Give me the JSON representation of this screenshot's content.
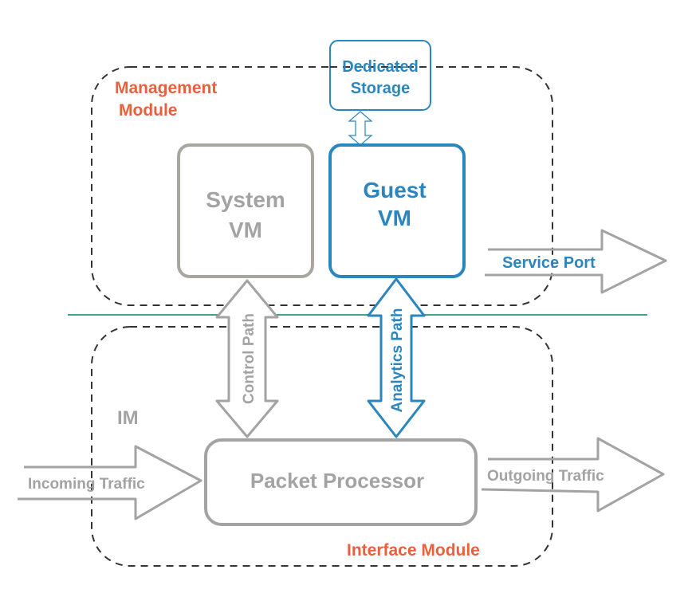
{
  "colors": {
    "module_label": "#e8603c",
    "blue": "#2a86bf",
    "gray": "#a3a3a3",
    "system_vm_border": "#a8a69e",
    "dashed": "#333333",
    "divider": "#4a9c8c"
  },
  "management_module": {
    "label_line1": "Management",
    "label_line2": "Module"
  },
  "interface_module": {
    "label": "Interface Module",
    "short_label": "IM"
  },
  "dedicated_storage": {
    "line1": "Dedicated",
    "line2": "Storage"
  },
  "system_vm": {
    "line1": "System",
    "line2": "VM"
  },
  "guest_vm": {
    "line1": "Guest",
    "line2": "VM"
  },
  "service_port": {
    "label": "Service Port"
  },
  "control_path": {
    "label": "Control Path"
  },
  "analytics_path": {
    "label": "Analytics Path"
  },
  "packet_processor": {
    "label": "Packet Processor"
  },
  "incoming_traffic": {
    "label": "Incoming Traffic"
  },
  "outgoing_traffic": {
    "label": "Outgoing Traffic"
  }
}
